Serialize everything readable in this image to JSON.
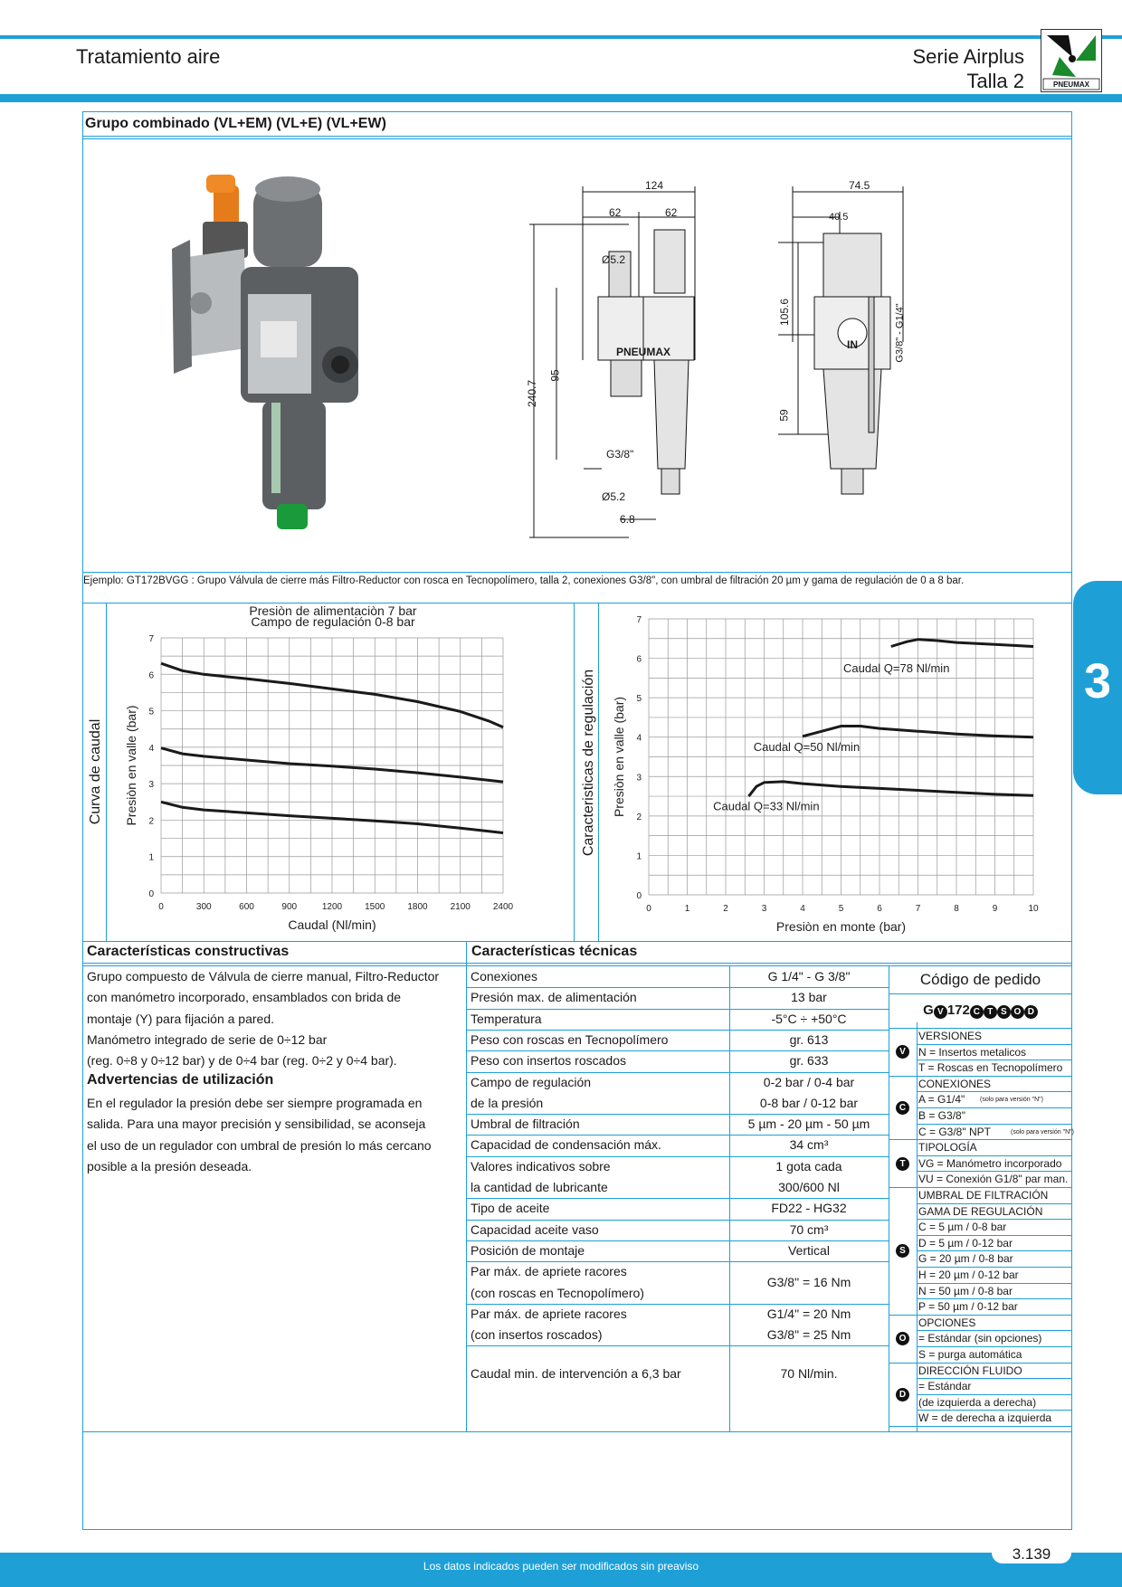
{
  "header": {
    "left_title": "Tratamiento aire",
    "serie": "Serie Airplus",
    "talla": "Talla 2",
    "logo_text": "PNEUMAX",
    "chapter_tab": "3"
  },
  "section": {
    "title": "Grupo combinado (VL+EM) (VL+E) (VL+EW)",
    "example": "Ejemplo: GT172BVGG : Grupo Válvula de cierre más Filtro-Reductor con rosca en Tecnopolímero, talla 2, conexiones G3/8\", con umbral de filtración 20 µm y gama de regulación de 0 a 8 bar."
  },
  "drawing": {
    "product_label": "PNEUMAX",
    "dim_124": "124",
    "dim_62a": "62",
    "dim_62b": "62",
    "dim_745": "74.5",
    "dim_405": "40.5",
    "dim_d52a": "Ø5.2",
    "dim_d52b": "Ø5.2",
    "dim_2407": "240.7",
    "dim_95": "95",
    "dim_1056": "105.6",
    "dim_59": "59",
    "dim_g38": "G3/8\"",
    "dim_68": "6.8",
    "dim_side_g": "G3/8\" - G1/4\"",
    "in_label": "IN"
  },
  "chart_data": [
    {
      "type": "line",
      "title": "Presiòn de alimentaciòn 7 bar",
      "subtitle": "Campo de regulación 0-8 bar",
      "side_label": "Curva de caudal",
      "xlabel": "Caudal (Nl/min)",
      "ylabel": "Presiòn en valle (bar)",
      "xlim": [
        0,
        2400
      ],
      "ylim": [
        0,
        7
      ],
      "xticks": [
        0,
        300,
        600,
        900,
        1200,
        1500,
        1800,
        2100,
        2400
      ],
      "yticks": [
        0,
        1,
        2,
        3,
        4,
        5,
        6,
        7
      ],
      "grid": true,
      "series": [
        {
          "x": [
            0,
            150,
            300,
            600,
            900,
            1200,
            1500,
            1800,
            2100,
            2300,
            2400
          ],
          "y": [
            6.3,
            6.1,
            6.0,
            5.88,
            5.75,
            5.6,
            5.45,
            5.25,
            4.98,
            4.72,
            4.55
          ]
        },
        {
          "x": [
            0,
            150,
            300,
            600,
            900,
            1200,
            1500,
            1800,
            2100,
            2400
          ],
          "y": [
            3.98,
            3.82,
            3.75,
            3.65,
            3.55,
            3.48,
            3.4,
            3.3,
            3.18,
            3.05
          ]
        },
        {
          "x": [
            0,
            150,
            300,
            600,
            900,
            1200,
            1500,
            1800,
            2100,
            2400
          ],
          "y": [
            2.5,
            2.35,
            2.28,
            2.2,
            2.12,
            2.05,
            1.98,
            1.9,
            1.78,
            1.65
          ]
        }
      ]
    },
    {
      "type": "line",
      "side_label": "Caracteristicas de regulación",
      "xlabel": "Presiòn en monte (bar)",
      "ylabel": "Presiòn en valle (bar)",
      "xlim": [
        0,
        10
      ],
      "ylim": [
        0,
        7
      ],
      "xticks": [
        0,
        1,
        2,
        3,
        4,
        5,
        6,
        7,
        8,
        9,
        10
      ],
      "yticks": [
        0,
        1,
        2,
        3,
        4,
        5,
        6,
        7
      ],
      "grid": true,
      "series": [
        {
          "name": "Caudal Q=78 Nl/min",
          "x": [
            6.3,
            6.7,
            7.0,
            7.5,
            8.0,
            9.0,
            10.0
          ],
          "y": [
            6.3,
            6.42,
            6.48,
            6.45,
            6.4,
            6.35,
            6.3
          ]
        },
        {
          "name": "Caudal Q=50 Nl/min",
          "x": [
            4.0,
            4.5,
            5.0,
            5.5,
            6.0,
            7.0,
            8.0,
            9.0,
            10.0
          ],
          "y": [
            4.02,
            4.15,
            4.28,
            4.28,
            4.22,
            4.15,
            4.08,
            4.03,
            4.0
          ]
        },
        {
          "name": "Caudal Q=33 Nl/min",
          "x": [
            2.6,
            2.8,
            3.0,
            3.5,
            4.0,
            5.0,
            6.0,
            7.0,
            8.0,
            9.0,
            10.0
          ],
          "y": [
            2.5,
            2.75,
            2.85,
            2.87,
            2.82,
            2.75,
            2.7,
            2.65,
            2.6,
            2.55,
            2.52
          ]
        }
      ]
    }
  ],
  "constructivas": {
    "title": "Características constructivas",
    "lines": [
      "Grupo compuesto de Válvula de cierre manual, Filtro-Reductor",
      "con manómetro incorporado, ensamblados con brida de",
      "montaje (Y) para fijación a pared.",
      "Manómetro integrado de serie de 0÷12 bar",
      "(reg. 0÷8 y 0÷12 bar) y de 0÷4 bar (reg. 0÷2 y 0÷4 bar)."
    ]
  },
  "advertencias": {
    "title": "Advertencias de utilización",
    "lines": [
      "En el regulador la presión debe ser siempre programada en",
      "salida. Para una mayor precisión y sensibilidad, se aconseja",
      "el uso de un regulador con umbral de presión lo más cercano",
      "posible a la presión deseada."
    ]
  },
  "tecnicas": {
    "title": "Características técnicas",
    "rows": [
      {
        "label": "Conexiones",
        "value": "G 1/4\" - G 3/8\""
      },
      {
        "label": "Presión max. de alimentación",
        "value": "13 bar"
      },
      {
        "label": "Temperatura",
        "value": "-5°C ÷ +50°C"
      },
      {
        "label": "Peso con roscas en Tecnopolímero",
        "value": "gr. 613"
      },
      {
        "label": "Peso con insertos roscados",
        "value": "gr. 633"
      },
      {
        "label": "Campo de regulación",
        "value": "0-2 bar / 0-4 bar"
      },
      {
        "label": "de la presión",
        "value": "0-8 bar / 0-12 bar"
      },
      {
        "label": "Umbral de filtración",
        "value": "5 µm - 20 µm - 50 µm"
      },
      {
        "label": "Capacidad de condensación máx.",
        "value": "34 cm³"
      },
      {
        "label": "Valores indicativos sobre",
        "value": "1 gota cada"
      },
      {
        "label": "la cantidad de lubricante",
        "value": "300/600 Nl"
      },
      {
        "label": "Tipo de aceite",
        "value": "FD22 - HG32"
      },
      {
        "label": "Capacidad aceite vaso",
        "value": "70 cm³"
      },
      {
        "label": "Posición de montaje",
        "value": "Vertical"
      },
      {
        "label": "Par máx. de apriete racores",
        "value": ""
      },
      {
        "label": "(con roscas en Tecnopolímero)",
        "value": "G3/8\" = 16 Nm"
      },
      {
        "label": "Par máx. de apriete racores",
        "value": "G1/4\" = 20 Nm"
      },
      {
        "label": "(con insertos roscados)",
        "value": "G3/8\" = 25 Nm"
      },
      {
        "label": "Caudal min. de intervención a 6,3 bar",
        "value": "70 Nl/min."
      }
    ]
  },
  "codigo": {
    "title": "Código de pedido",
    "code_prefix": "G",
    "code_mid": "172",
    "letters": {
      "v": "V",
      "c": "C",
      "t": "T",
      "s": "S",
      "o": "O",
      "d": "D"
    },
    "versiones": {
      "head": "VERSIONES",
      "items": [
        "N = Insertos metalicos",
        "T = Roscas en Tecnopolímero"
      ]
    },
    "conexiones": {
      "head": "CONEXIONES",
      "items": [
        "A = G1/4\"",
        "B = G3/8\"",
        "C = G3/8\" NPT"
      ],
      "note": "(solo para versión \"N\")"
    },
    "tipologia": {
      "head": "TIPOLOGÍA",
      "items": [
        "VG = Manómetro incorporado",
        "VU = Conexión G1/8\" par man."
      ]
    },
    "umbral": {
      "head1": "UMBRAL DE FILTRACIÓN",
      "head2": "GAMA DE REGULACIÓN",
      "items": [
        "C = 5 µm / 0-8 bar",
        "D = 5 µm / 0-12 bar",
        "G = 20 µm / 0-8 bar",
        "H = 20 µm / 0-12 bar",
        "N = 50 µm / 0-8 bar",
        "P = 50 µm / 0-12 bar"
      ]
    },
    "opciones": {
      "head": "OPCIONES",
      "items": [
        "= Estándar (sin opciones)",
        "S = purga automática"
      ]
    },
    "direccion": {
      "head": "DIRECCIÓN FLUIDO",
      "items": [
        "= Estándar",
        "(de izquierda a derecha)",
        "W = de derecha a izquierda"
      ]
    }
  },
  "footer": {
    "note": "Los datos indicados pueden ser modificados sin preaviso",
    "page": "3.139"
  }
}
